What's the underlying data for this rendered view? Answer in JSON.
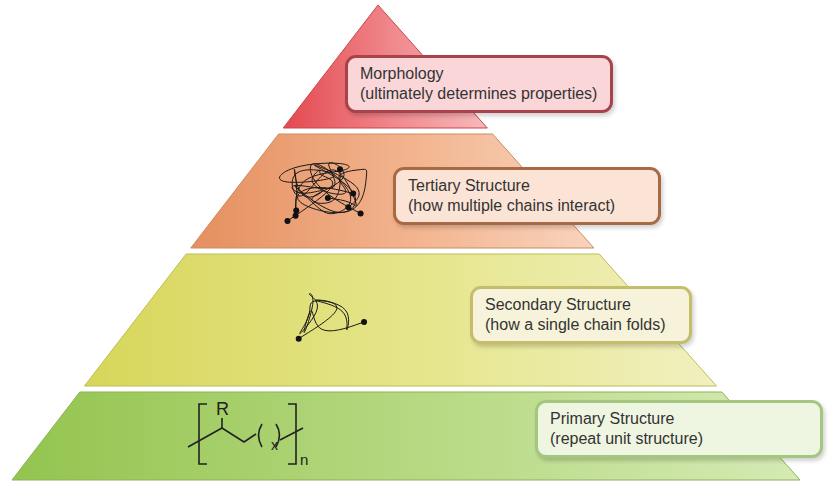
{
  "diagram": {
    "nodes": [
      {
        "text": [
          "Morphology",
          "(ultimately determines properties)"
        ]
      },
      {
        "text": [
          "Tertiary Structure",
          "(how multiple chains interact)"
        ]
      },
      {
        "text": [
          "Secondary Structure",
          "(how a single chain folds)"
        ]
      },
      {
        "text": [
          "Primary Structure",
          "(repeat unit structure)"
        ]
      }
    ],
    "labels": [
      "R",
      "x",
      "n"
    ]
  }
}
